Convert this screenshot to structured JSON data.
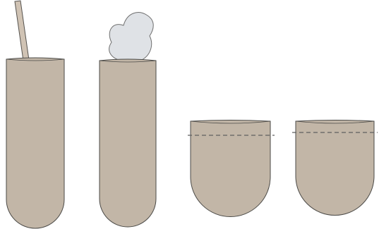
{
  "colors": {
    "background": "#ffffff",
    "tube_fill": "#c2b6a7",
    "tube_stroke": "#4b4a47",
    "rod_fill": "#d0c3b4",
    "rod_stroke": "#56534f",
    "cotton_fill": "#dfe2e6",
    "cotton_stroke": "#6f6f6f",
    "dash_line": "#5f5f5f"
  },
  "figures": [
    {
      "kind": "tube-with-rod"
    },
    {
      "kind": "tube-with-cotton"
    },
    {
      "kind": "cut-tube-section"
    },
    {
      "kind": "cut-tube-section"
    }
  ]
}
